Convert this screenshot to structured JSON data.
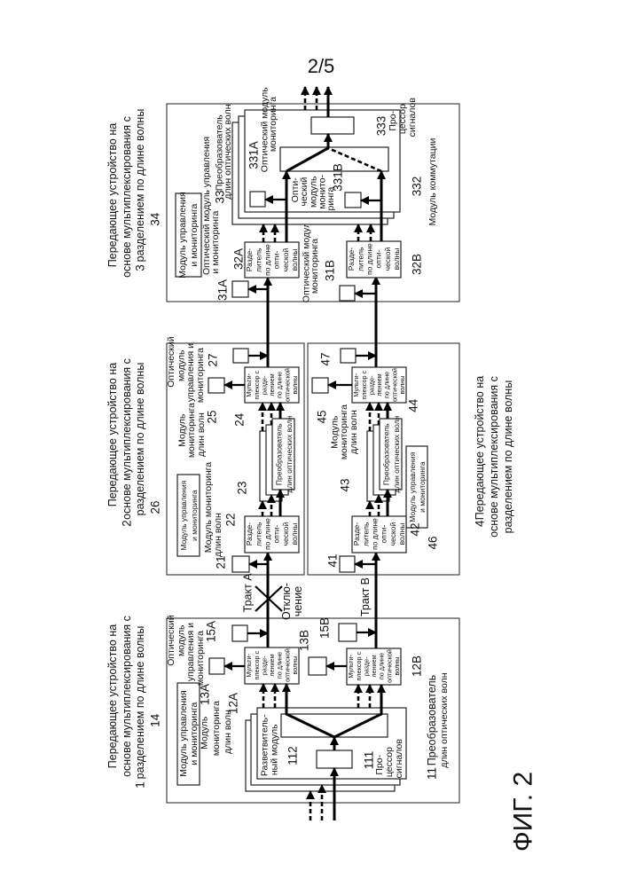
{
  "page_number": "2/5",
  "figure_label": "ФИГ. 2",
  "common": {
    "mux_lines": [
      "Мульти-",
      "плексор с",
      "разде-",
      "лением",
      "по длине",
      "оптической",
      "волны"
    ],
    "splitter_lines": [
      "Разде-",
      "литель",
      "по длине",
      "опти-",
      "ческой",
      "волны"
    ],
    "ctrl_lines": [
      "Модуль управления",
      "и мониторинга"
    ],
    "caption_lines": [
      "Передающее устройство на",
      "основе мультиплексирования с",
      "разделением по длине волны"
    ],
    "converter_lines": [
      "Преобразователь",
      "длин оптических волн"
    ],
    "wl_monitor_lines": [
      "Модуль",
      "мониторинга",
      "длин волн"
    ],
    "opt_ctrl_lines": [
      "Оптический",
      "модуль",
      "управления и",
      "мониторинга"
    ]
  },
  "device1": {
    "number": "1",
    "ctrl_ref": "14",
    "wl_monitor_ref": "13A",
    "opt_ctrl_ref": "15A",
    "mux_a_ref": "12A",
    "mux_b_ref": "12B",
    "mon_b_ref": "13B",
    "opt_b_ref": "15B",
    "splitter_lines": [
      "Разветвитель-",
      "ный модуль"
    ],
    "splitter_ref": "112",
    "processor_ref": "111",
    "processor_lines": [
      "Про-",
      "цессор",
      "сигналов"
    ],
    "converter_ref": "11"
  },
  "paths": {
    "path_a": "Тракт A",
    "path_b": "Тракт B",
    "disconnect_lines": [
      "Отклю-",
      "чение"
    ]
  },
  "device2": {
    "number": "2",
    "ctrl_ref": "26",
    "monitor_in_ref": "21",
    "monitor_in_lines": [
      "Модуль мониторинга",
      "длин волн"
    ],
    "splitter_ref": "22",
    "converter_ref": "23",
    "mux_ref": "24",
    "wl_monitor_ref": "25",
    "opt_ctrl_ref": "27"
  },
  "device4": {
    "number": "4",
    "ctrl_ref": "46",
    "monitor_in_ref": "41",
    "splitter_ref": "42",
    "converter_ref": "43",
    "mux_ref": "44",
    "wl_monitor_ref": "45",
    "opt_ctrl_ref": "47"
  },
  "device3": {
    "number": "3",
    "ctrl_ref": "34",
    "opt_mon_a_ref": "31A",
    "opt_mon_a_lines": [
      "Оптический модуль управления",
      "и мониторинга"
    ],
    "splitter_a_ref": "32A",
    "splitter_b_ref": "32B",
    "converter_ref": "33",
    "mon_331a_ref": "331A",
    "mon_331a_lines": [
      "Оптический модуль",
      "мониторинга"
    ],
    "mon_331b_ref": "331B",
    "mon_331b_lines": [
      "Опти-",
      "ческий",
      "модуль",
      "монито-",
      "ринга"
    ],
    "switch_ref": "332",
    "switch_label": "Модуль коммутации",
    "processor_ref": "333",
    "processor_lines": [
      "Про-",
      "цессор",
      "сигналов"
    ],
    "opt_mon_b_ref": "31B",
    "opt_mon_b_lines": [
      "Оптический модуль",
      "мониторинга"
    ]
  }
}
